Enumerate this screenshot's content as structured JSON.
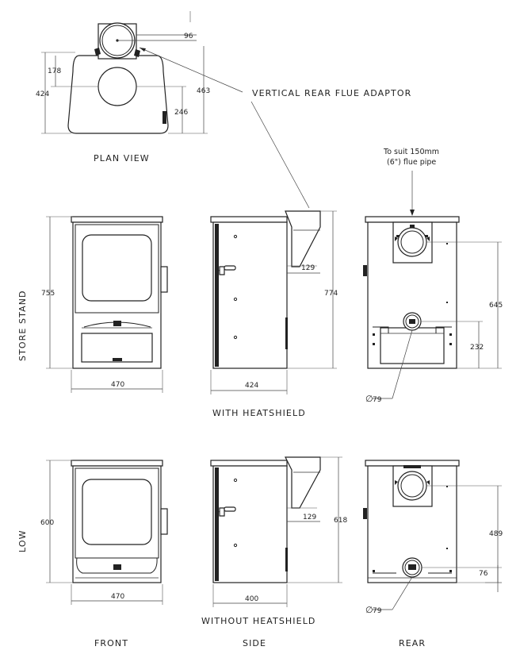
{
  "labels": {
    "adaptor": "VERTICAL REAR FLUE ADAPTOR",
    "plan_view": "PLAN VIEW",
    "suit_line1": "To suit 150mm",
    "suit_line2": "(6\") flue pipe",
    "store_stand": "STORE STAND",
    "with_heatshield": "WITH HEATSHIELD",
    "low": "LOW",
    "without_heatshield": "WITHOUT HEATSHIELD",
    "front": "FRONT",
    "side": "SIDE",
    "rear": "REAR"
  },
  "dims": {
    "plan_96": "96",
    "plan_178": "178",
    "plan_424": "424",
    "plan_463": "463",
    "plan_246": "246",
    "ss_755": "755",
    "ss_470": "470",
    "ss_774": "774",
    "ss_129": "129",
    "ss_424": "424",
    "ss_645": "645",
    "ss_232": "232",
    "ss_dia": "79",
    "low_600": "600",
    "low_470": "470",
    "low_618": "618",
    "low_129": "129",
    "low_400": "400",
    "low_489": "489",
    "low_76": "76",
    "low_dia": "79"
  }
}
